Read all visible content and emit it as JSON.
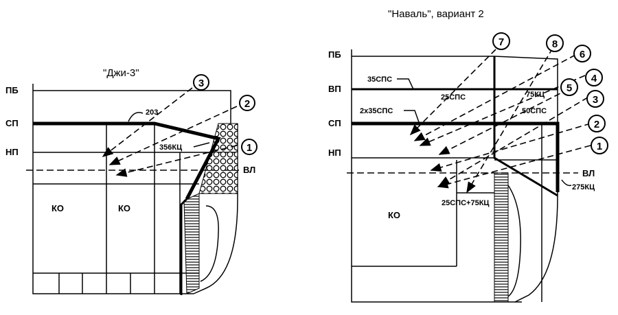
{
  "left": {
    "title": "\"Джи-3\"",
    "levels": [
      "ПБ",
      "СП",
      "НП",
      "ВЛ"
    ],
    "compartments": [
      "КО",
      "КО"
    ],
    "armor": [
      "203",
      "356КЦ"
    ],
    "callouts": [
      "1",
      "2",
      "3"
    ]
  },
  "right": {
    "title": "\"Наваль\", вариант 2",
    "levels": [
      "ПБ",
      "ВП",
      "СП",
      "НП",
      "ВЛ"
    ],
    "compartments": [
      "КО"
    ],
    "armor": [
      "35СПС",
      "25СПС",
      "2х35СПС",
      "75КЦ",
      "50СПС",
      "25СПС+75КЦ",
      "275КЦ"
    ],
    "callouts": [
      "1",
      "2",
      "3",
      "4",
      "5",
      "6",
      "7",
      "8"
    ]
  }
}
